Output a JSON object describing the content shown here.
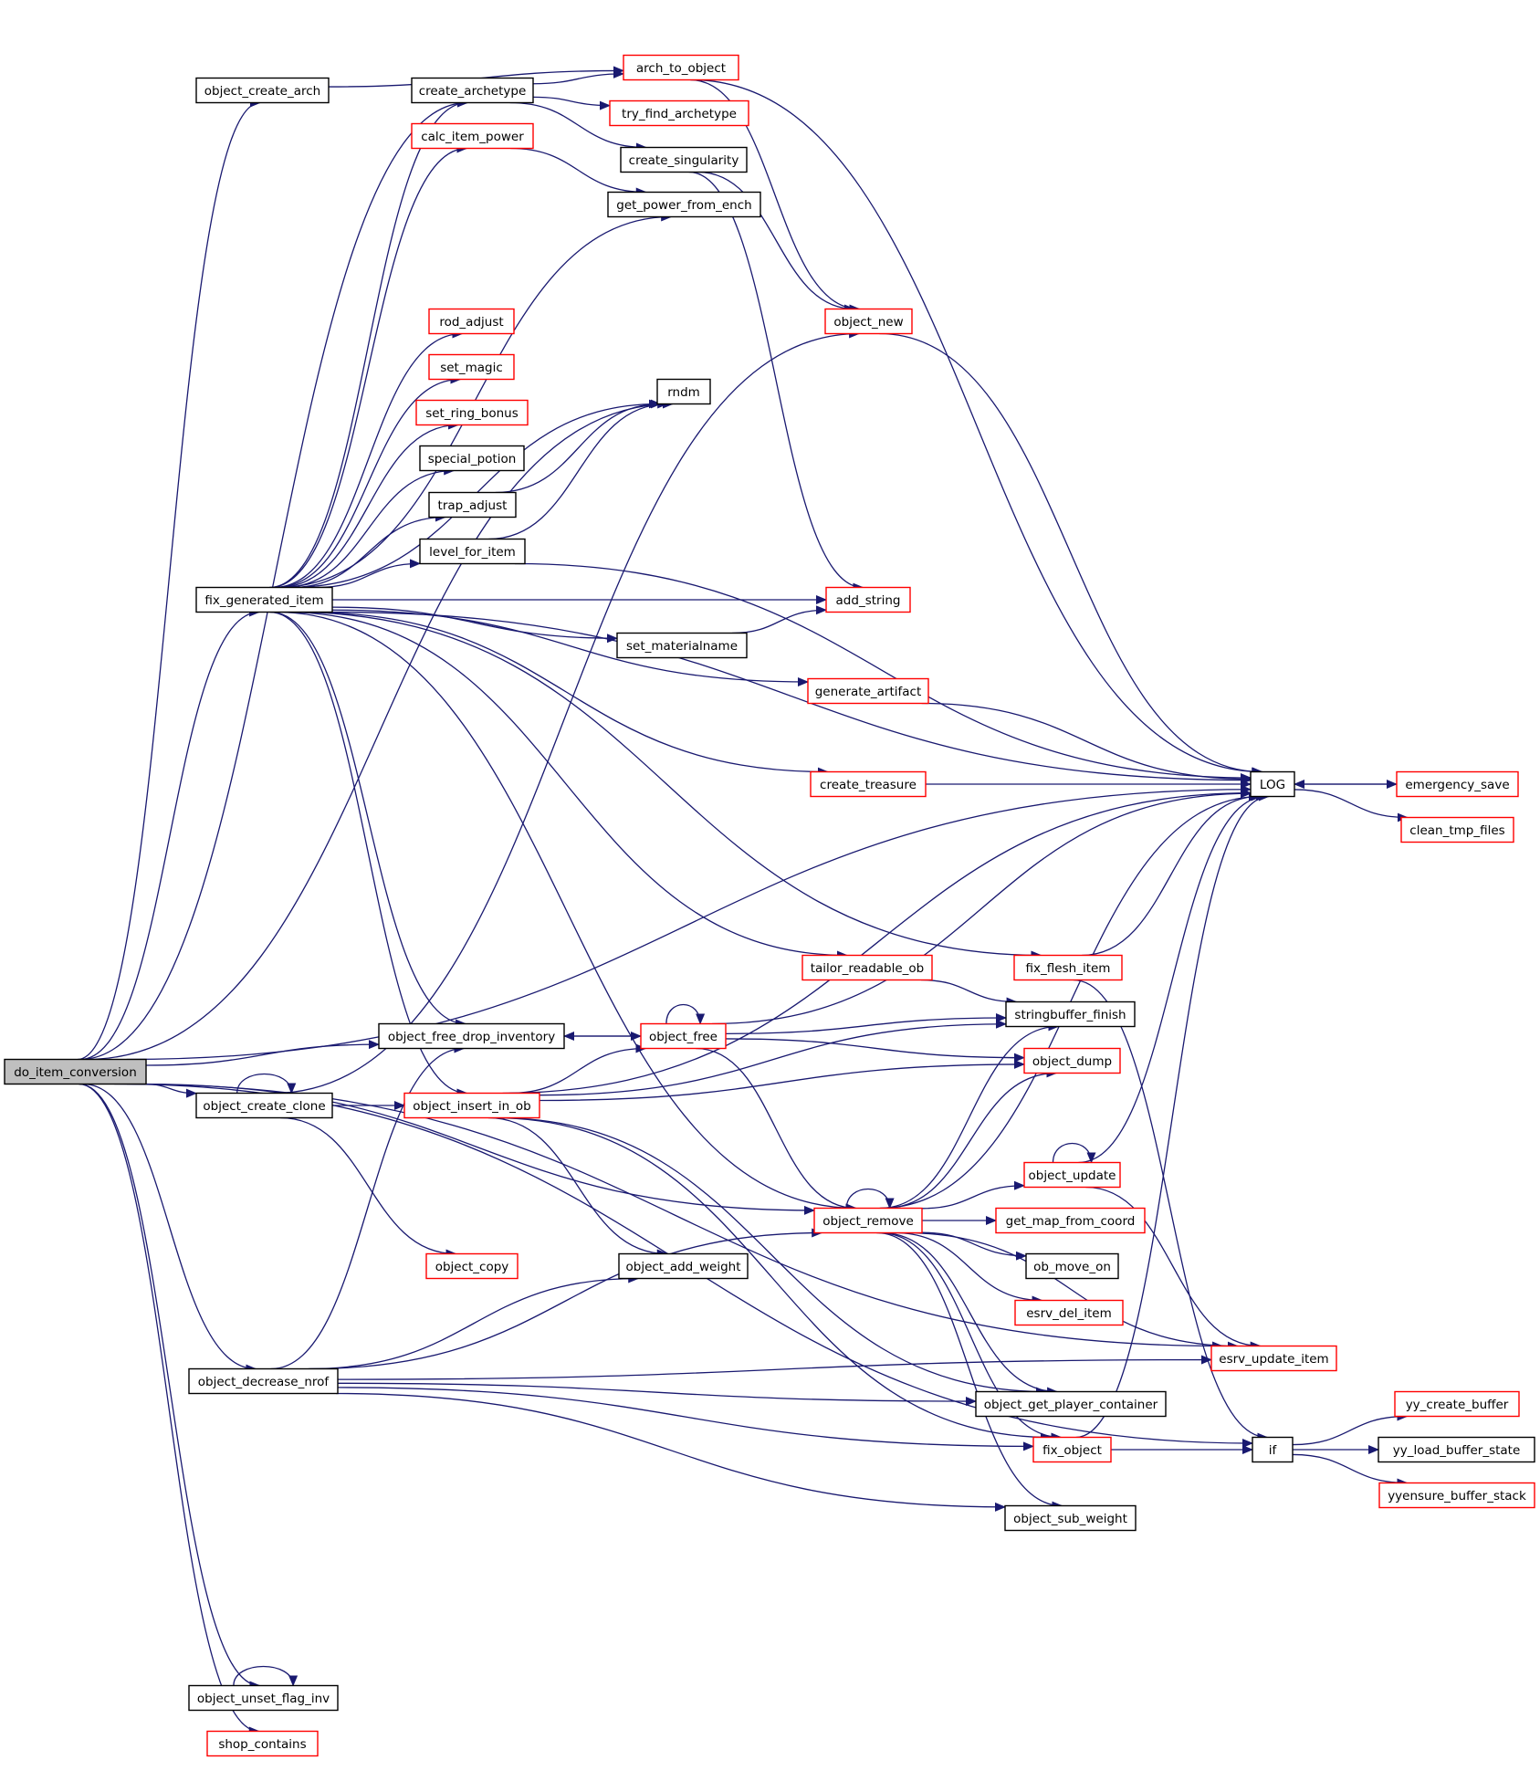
{
  "colors": {
    "edge": "#191970",
    "node_fill": "#ffffff",
    "root_fill": "#bfbfbf",
    "border_default": "#000000",
    "border_red": "#ff0000"
  },
  "nodes": {
    "do_item_conversion": {
      "label": "do_item_conversion",
      "style": "root"
    },
    "object_create_arch": {
      "label": "object_create_arch",
      "style": "black"
    },
    "create_archetype": {
      "label": "create_archetype",
      "style": "black"
    },
    "arch_to_object": {
      "label": "arch_to_object",
      "style": "red"
    },
    "try_find_archetype": {
      "label": "try_find_archetype",
      "style": "red"
    },
    "calc_item_power": {
      "label": "calc_item_power",
      "style": "red"
    },
    "create_singularity": {
      "label": "create_singularity",
      "style": "black"
    },
    "get_power_from_ench": {
      "label": "get_power_from_ench",
      "style": "black"
    },
    "object_new": {
      "label": "object_new",
      "style": "red"
    },
    "rod_adjust": {
      "label": "rod_adjust",
      "style": "red"
    },
    "set_magic": {
      "label": "set_magic",
      "style": "red"
    },
    "rndm": {
      "label": "rndm",
      "style": "black"
    },
    "set_ring_bonus": {
      "label": "set_ring_bonus",
      "style": "red"
    },
    "special_potion": {
      "label": "special_potion",
      "style": "black"
    },
    "trap_adjust": {
      "label": "trap_adjust",
      "style": "black"
    },
    "level_for_item": {
      "label": "level_for_item",
      "style": "black"
    },
    "fix_generated_item": {
      "label": "fix_generated_item",
      "style": "black"
    },
    "add_string": {
      "label": "add_string",
      "style": "red"
    },
    "set_materialname": {
      "label": "set_materialname",
      "style": "black"
    },
    "generate_artifact": {
      "label": "generate_artifact",
      "style": "red"
    },
    "LOG": {
      "label": "LOG",
      "style": "black"
    },
    "emergency_save": {
      "label": "emergency_save",
      "style": "red"
    },
    "create_treasure": {
      "label": "create_treasure",
      "style": "red"
    },
    "clean_tmp_files": {
      "label": "clean_tmp_files",
      "style": "red"
    },
    "tailor_readable_ob": {
      "label": "tailor_readable_ob",
      "style": "red"
    },
    "fix_flesh_item": {
      "label": "fix_flesh_item",
      "style": "red"
    },
    "stringbuffer_finish": {
      "label": "stringbuffer_finish",
      "style": "black"
    },
    "object_free_drop_inventory": {
      "label": "object_free_drop_inventory",
      "style": "black"
    },
    "object_free": {
      "label": "object_free",
      "style": "red"
    },
    "object_dump": {
      "label": "object_dump",
      "style": "red"
    },
    "object_create_clone": {
      "label": "object_create_clone",
      "style": "black"
    },
    "object_insert_in_ob": {
      "label": "object_insert_in_ob",
      "style": "red"
    },
    "object_update": {
      "label": "object_update",
      "style": "red"
    },
    "object_remove": {
      "label": "object_remove",
      "style": "red"
    },
    "get_map_from_coord": {
      "label": "get_map_from_coord",
      "style": "red"
    },
    "object_copy": {
      "label": "object_copy",
      "style": "red"
    },
    "object_add_weight": {
      "label": "object_add_weight",
      "style": "black"
    },
    "ob_move_on": {
      "label": "ob_move_on",
      "style": "black"
    },
    "esrv_del_item": {
      "label": "esrv_del_item",
      "style": "red"
    },
    "esrv_update_item": {
      "label": "esrv_update_item",
      "style": "red"
    },
    "object_decrease_nrof": {
      "label": "object_decrease_nrof",
      "style": "black"
    },
    "object_get_player_container": {
      "label": "object_get_player_container",
      "style": "black"
    },
    "yy_create_buffer": {
      "label": "yy_create_buffer",
      "style": "red"
    },
    "fix_object": {
      "label": "fix_object",
      "style": "red"
    },
    "if": {
      "label": "if",
      "style": "black"
    },
    "yy_load_buffer_state": {
      "label": "yy_load_buffer_state",
      "style": "black"
    },
    "yyensure_buffer_stack": {
      "label": "yyensure_buffer_stack",
      "style": "red"
    },
    "object_sub_weight": {
      "label": "object_sub_weight",
      "style": "black"
    },
    "object_unset_flag_inv": {
      "label": "object_unset_flag_inv",
      "style": "black"
    },
    "shop_contains": {
      "label": "shop_contains",
      "style": "red"
    }
  },
  "edges": [
    [
      "do_item_conversion",
      "LOG"
    ],
    [
      "do_item_conversion",
      "object_create_arch"
    ],
    [
      "do_item_conversion",
      "create_archetype"
    ],
    [
      "do_item_conversion",
      "rndm"
    ],
    [
      "do_item_conversion",
      "fix_generated_item"
    ],
    [
      "do_item_conversion",
      "object_free_drop_inventory"
    ],
    [
      "do_item_conversion",
      "object_create_clone"
    ],
    [
      "do_item_conversion",
      "object_remove"
    ],
    [
      "do_item_conversion",
      "object_decrease_nrof"
    ],
    [
      "do_item_conversion",
      "esrv_update_item"
    ],
    [
      "do_item_conversion",
      "if"
    ],
    [
      "do_item_conversion",
      "object_unset_flag_inv"
    ],
    [
      "do_item_conversion",
      "shop_contains"
    ],
    [
      "object_create_arch",
      "arch_to_object"
    ],
    [
      "create_archetype",
      "arch_to_object"
    ],
    [
      "create_archetype",
      "try_find_archetype"
    ],
    [
      "create_archetype",
      "create_singularity"
    ],
    [
      "arch_to_object",
      "object_new"
    ],
    [
      "arch_to_object",
      "LOG"
    ],
    [
      "calc_item_power",
      "get_power_from_ench"
    ],
    [
      "create_singularity",
      "object_new"
    ],
    [
      "create_singularity",
      "add_string"
    ],
    [
      "object_new",
      "LOG"
    ],
    [
      "fix_generated_item",
      "create_archetype"
    ],
    [
      "fix_generated_item",
      "calc_item_power"
    ],
    [
      "fix_generated_item",
      "get_power_from_ench"
    ],
    [
      "fix_generated_item",
      "rndm"
    ],
    [
      "fix_generated_item",
      "rod_adjust"
    ],
    [
      "fix_generated_item",
      "set_magic"
    ],
    [
      "fix_generated_item",
      "set_ring_bonus"
    ],
    [
      "fix_generated_item",
      "special_potion"
    ],
    [
      "fix_generated_item",
      "trap_adjust"
    ],
    [
      "fix_generated_item",
      "level_for_item"
    ],
    [
      "fix_generated_item",
      "add_string"
    ],
    [
      "fix_generated_item",
      "set_materialname"
    ],
    [
      "fix_generated_item",
      "generate_artifact"
    ],
    [
      "fix_generated_item",
      "LOG"
    ],
    [
      "fix_generated_item",
      "create_treasure"
    ],
    [
      "fix_generated_item",
      "fix_flesh_item"
    ],
    [
      "fix_generated_item",
      "tailor_readable_ob"
    ],
    [
      "fix_generated_item",
      "object_free_drop_inventory"
    ],
    [
      "fix_generated_item",
      "object_insert_in_ob"
    ],
    [
      "fix_generated_item",
      "object_remove"
    ],
    [
      "trap_adjust",
      "rndm"
    ],
    [
      "level_for_item",
      "rndm"
    ],
    [
      "level_for_item",
      "LOG"
    ],
    [
      "set_materialname",
      "add_string"
    ],
    [
      "generate_artifact",
      "LOG"
    ],
    [
      "create_treasure",
      "LOG"
    ],
    [
      "LOG",
      "emergency_save"
    ],
    [
      "LOG",
      "clean_tmp_files"
    ],
    [
      "emergency_save",
      "LOG"
    ],
    [
      "tailor_readable_ob",
      "stringbuffer_finish"
    ],
    [
      "fix_flesh_item",
      "LOG"
    ],
    [
      "fix_flesh_item",
      "if"
    ],
    [
      "object_free_drop_inventory",
      "object_free"
    ],
    [
      "object_free",
      "object_free_drop_inventory"
    ],
    [
      "object_free",
      "object_free"
    ],
    [
      "object_free",
      "LOG"
    ],
    [
      "object_free",
      "stringbuffer_finish"
    ],
    [
      "object_free",
      "object_dump"
    ],
    [
      "object_free",
      "object_remove"
    ],
    [
      "object_create_clone",
      "object_create_clone"
    ],
    [
      "object_create_clone",
      "object_new"
    ],
    [
      "object_create_clone",
      "object_insert_in_ob"
    ],
    [
      "object_create_clone",
      "object_copy"
    ],
    [
      "object_insert_in_ob",
      "LOG"
    ],
    [
      "object_insert_in_ob",
      "object_free"
    ],
    [
      "object_insert_in_ob",
      "stringbuffer_finish"
    ],
    [
      "object_insert_in_ob",
      "object_dump"
    ],
    [
      "object_insert_in_ob",
      "object_add_weight"
    ],
    [
      "object_insert_in_ob",
      "object_get_player_container"
    ],
    [
      "object_insert_in_ob",
      "fix_object"
    ],
    [
      "object_remove",
      "object_remove"
    ],
    [
      "object_remove",
      "stringbuffer_finish"
    ],
    [
      "object_remove",
      "object_dump"
    ],
    [
      "object_remove",
      "LOG"
    ],
    [
      "object_remove",
      "object_update"
    ],
    [
      "object_remove",
      "get_map_from_coord"
    ],
    [
      "object_remove",
      "ob_move_on"
    ],
    [
      "object_remove",
      "esrv_del_item"
    ],
    [
      "object_remove",
      "esrv_update_item"
    ],
    [
      "object_remove",
      "object_get_player_container"
    ],
    [
      "object_remove",
      "fix_object"
    ],
    [
      "object_remove",
      "object_sub_weight"
    ],
    [
      "object_update",
      "object_update"
    ],
    [
      "object_update",
      "LOG"
    ],
    [
      "object_update",
      "esrv_update_item"
    ],
    [
      "object_decrease_nrof",
      "object_free_drop_inventory"
    ],
    [
      "object_decrease_nrof",
      "object_add_weight"
    ],
    [
      "object_decrease_nrof",
      "object_remove"
    ],
    [
      "object_decrease_nrof",
      "object_get_player_container"
    ],
    [
      "object_decrease_nrof",
      "fix_object"
    ],
    [
      "object_decrease_nrof",
      "object_sub_weight"
    ],
    [
      "object_decrease_nrof",
      "esrv_update_item"
    ],
    [
      "fix_object",
      "LOG"
    ],
    [
      "fix_object",
      "if"
    ],
    [
      "if",
      "yy_create_buffer"
    ],
    [
      "if",
      "yy_load_buffer_state"
    ],
    [
      "if",
      "yyensure_buffer_stack"
    ],
    [
      "object_unset_flag_inv",
      "object_unset_flag_inv"
    ]
  ]
}
